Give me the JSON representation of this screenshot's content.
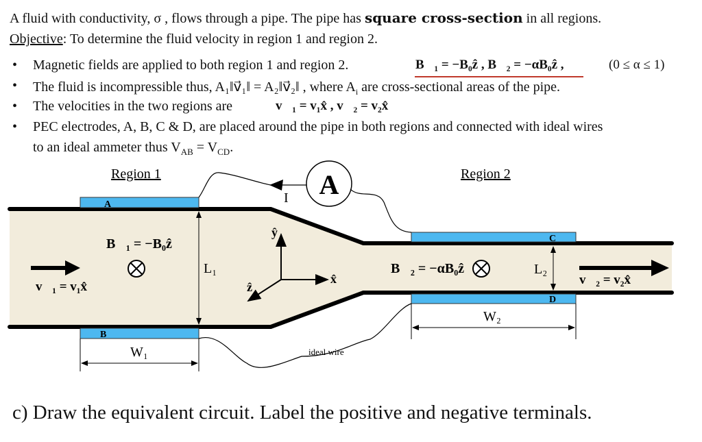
{
  "problem": {
    "intro_pre": "A fluid with conductivity, σ , flows through a pipe. The pipe has ",
    "intro_bold": "square cross-section",
    "intro_post": " in all regions.",
    "objective_label": "Objective",
    "objective_text": ": To determine the fluid velocity in region 1 and region 2.",
    "bullets": [
      {
        "text": "Magnetic fields are applied to both region 1 and region 2.",
        "math": "B⃗₁ = −B₀ẑ ,  B⃗₂ = −αB₀ẑ ,",
        "math2": "(0 ≤ α ≤ 1)"
      },
      {
        "text": "The fluid is incompressible thus, A₁‖v⃗₁‖ = A₂‖v⃗₂‖ ,  where A",
        "text_sub": "i",
        "text_post": " are cross-sectional areas of the pipe."
      },
      {
        "text": "The velocities in the two regions are",
        "math": "v⃗₁ = v₁x̂  ,    v⃗₂ = v₂x̂"
      },
      {
        "text": "PEC electrodes, A, B, C & D, are placed around the pipe in both regions and connected with ideal wires",
        "text_line2": "to an ideal ammeter thus V",
        "sub1": "AB",
        "mid": " = V",
        "sub2": "CD",
        "end": "."
      }
    ],
    "question": "c) Draw the equivalent circuit. Label the positive and negative terminals."
  },
  "diagram": {
    "region1_label": "Region 1",
    "region2_label": "Region 2",
    "ammeter_label": "A",
    "current_label": "I",
    "ideal_wire_label": "ideal wire",
    "electrodes": [
      "A",
      "B",
      "C",
      "D"
    ],
    "b1": "B⃗₁ = −B₀ẑ",
    "b2": "B⃗₂ = −αB₀ẑ",
    "v1": "v⃗₁ = v₁x̂",
    "v2": "v⃗₂ = v₂x̂",
    "L1": "L₁",
    "L2": "L₂",
    "W1": "W₁",
    "W2": "W₂",
    "axis_x": "x̂",
    "axis_y": "ŷ",
    "axis_z": "ẑ",
    "colors": {
      "fluid": "#f2ecdc",
      "electrode": "#4db8f0",
      "underline": "#c0392b"
    }
  }
}
